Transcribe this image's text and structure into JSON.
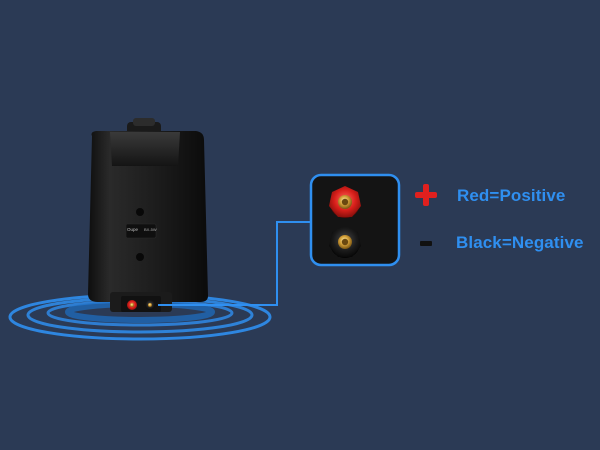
{
  "legend": {
    "positive_label": "Red=Positive",
    "negative_label": "Black=Negative",
    "positive_sign_icon": "plus-icon",
    "negative_sign_icon": "minus-icon"
  },
  "colors": {
    "background": "#2b3a55",
    "accent_blue": "#2f8ff0",
    "positive_red": "#e0201e",
    "negative_black": "#111111",
    "speaker_body": "#1c1c1c"
  },
  "speaker": {
    "brand_text": "Oupe",
    "model_text": "BX-5W"
  }
}
